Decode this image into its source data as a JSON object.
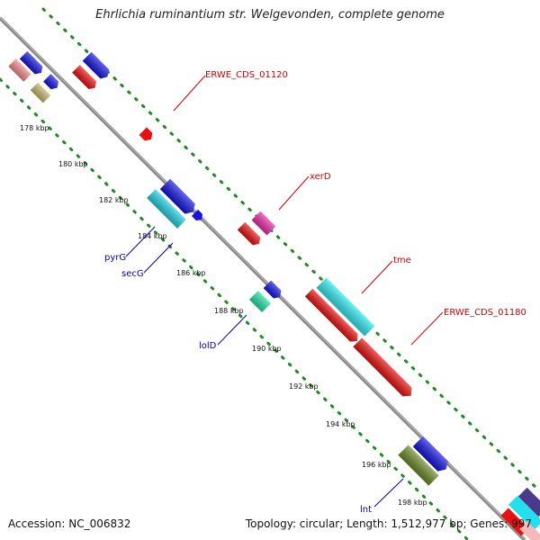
{
  "title": "Ehrlichia ruminantium str. Welgevonden, complete genome",
  "footer": {
    "accession": "Accession: NC_006832",
    "topology": "Topology: circular; Length: 1,512,977 bp; Genes: 997"
  },
  "colors": {
    "backbone": "#8a8a8a",
    "tick_dots": "#1f8a1f",
    "forward_label": "#cc0000",
    "reverse_label": "#0000aa"
  },
  "kbp_ticks": [
    {
      "label": "178 kbp",
      "anchor": "178"
    },
    {
      "label": "180 kbp",
      "anchor": "180"
    },
    {
      "label": "182 kbp",
      "anchor": "182"
    },
    {
      "label": "184 kbp",
      "anchor": "184"
    },
    {
      "label": "186 kbp",
      "anchor": "186"
    },
    {
      "label": "188 kbp",
      "anchor": "188"
    },
    {
      "label": "190 kbp",
      "anchor": "190"
    },
    {
      "label": "192 kbp",
      "anchor": "192"
    },
    {
      "label": "194 kbp",
      "anchor": "194"
    },
    {
      "label": "196 kbp",
      "anchor": "196"
    },
    {
      "label": "198 kbp",
      "anchor": "198"
    }
  ],
  "gene_labels": [
    {
      "text": "ERWE_CDS_01120",
      "strand": "forward"
    },
    {
      "text": "xerD",
      "strand": "forward"
    },
    {
      "text": "tme",
      "strand": "forward"
    },
    {
      "text": "ERWE_CDS_01180",
      "strand": "forward"
    },
    {
      "text": "pyrG",
      "strand": "reverse"
    },
    {
      "text": "secG",
      "strand": "reverse"
    },
    {
      "text": "lolD",
      "strand": "reverse"
    },
    {
      "text": "lnt",
      "strand": "reverse"
    }
  ]
}
